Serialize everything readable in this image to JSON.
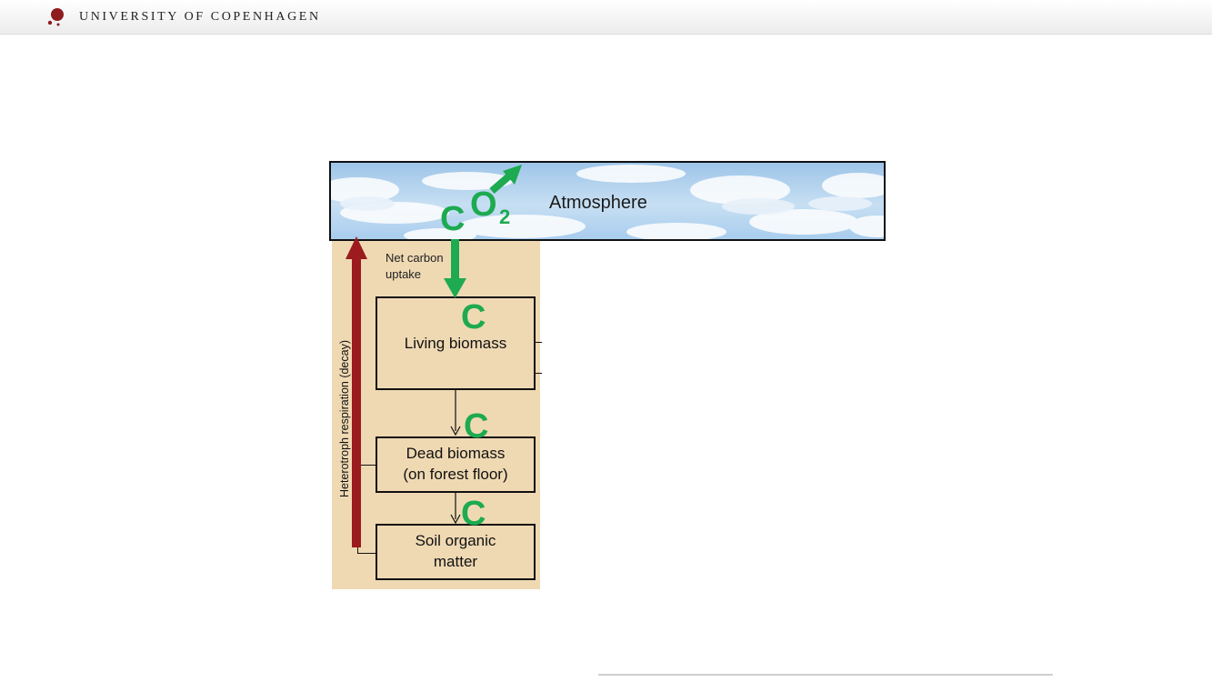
{
  "header": {
    "university_name": "UNIVERSITY OF COPENHAGEN",
    "logo_icon": "university-seal-icon"
  },
  "diagram": {
    "atmosphere_label": "Atmosphere",
    "co2_c": "C",
    "co2_o": "O",
    "co2_sub": "2",
    "net_uptake_label": "Net carbon\nuptake",
    "living_biomass_label": "Living biomass",
    "dead_biomass_label": "Dead biomass\n(on forest floor)",
    "soil_label": "Soil organic\nmatter",
    "respiration_label": "Heterotroph respiration (decay)",
    "carbon_symbol": "C",
    "colors": {
      "carbon_green": "#1daa50",
      "respiration_red": "#9b1b1e",
      "forest_panel": "#efd9b3"
    }
  }
}
